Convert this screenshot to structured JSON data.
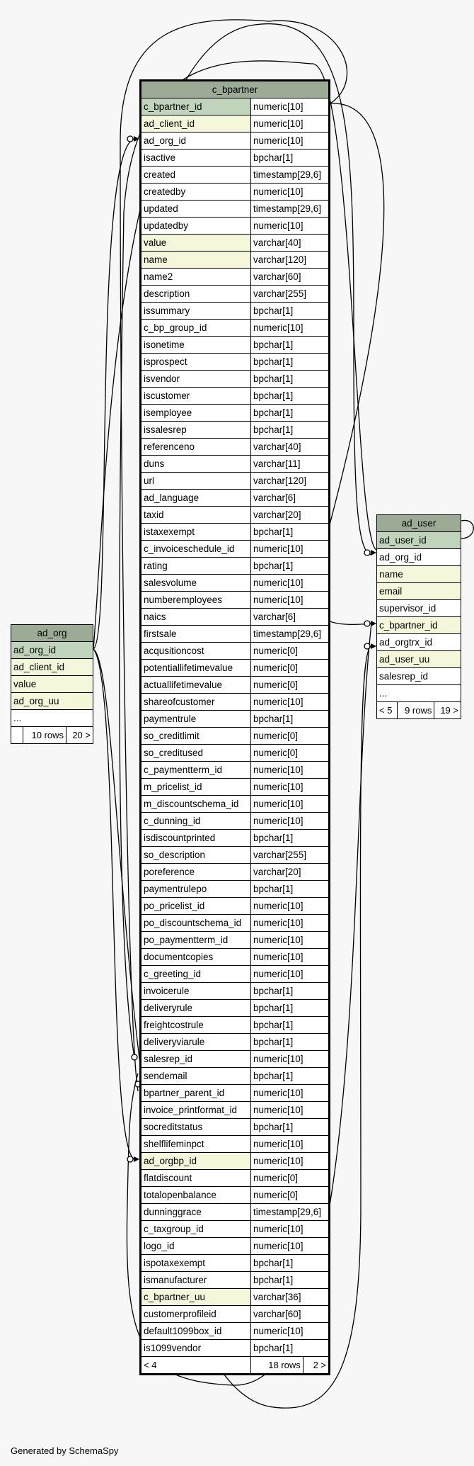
{
  "tables": {
    "c_bpartner": {
      "name": "c_bpartner",
      "columns": [
        {
          "n": "c_bpartner_id",
          "t": "numeric[10]",
          "k": "pk"
        },
        {
          "n": "ad_client_id",
          "t": "numeric[10]",
          "k": "idx"
        },
        {
          "n": "ad_org_id",
          "t": "numeric[10]",
          "k": ""
        },
        {
          "n": "isactive",
          "t": "bpchar[1]",
          "k": ""
        },
        {
          "n": "created",
          "t": "timestamp[29,6]",
          "k": ""
        },
        {
          "n": "createdby",
          "t": "numeric[10]",
          "k": ""
        },
        {
          "n": "updated",
          "t": "timestamp[29,6]",
          "k": ""
        },
        {
          "n": "updatedby",
          "t": "numeric[10]",
          "k": ""
        },
        {
          "n": "value",
          "t": "varchar[40]",
          "k": "idx"
        },
        {
          "n": "name",
          "t": "varchar[120]",
          "k": "idx"
        },
        {
          "n": "name2",
          "t": "varchar[60]",
          "k": ""
        },
        {
          "n": "description",
          "t": "varchar[255]",
          "k": ""
        },
        {
          "n": "issummary",
          "t": "bpchar[1]",
          "k": ""
        },
        {
          "n": "c_bp_group_id",
          "t": "numeric[10]",
          "k": ""
        },
        {
          "n": "isonetime",
          "t": "bpchar[1]",
          "k": ""
        },
        {
          "n": "isprospect",
          "t": "bpchar[1]",
          "k": ""
        },
        {
          "n": "isvendor",
          "t": "bpchar[1]",
          "k": ""
        },
        {
          "n": "iscustomer",
          "t": "bpchar[1]",
          "k": ""
        },
        {
          "n": "isemployee",
          "t": "bpchar[1]",
          "k": ""
        },
        {
          "n": "issalesrep",
          "t": "bpchar[1]",
          "k": ""
        },
        {
          "n": "referenceno",
          "t": "varchar[40]",
          "k": ""
        },
        {
          "n": "duns",
          "t": "varchar[11]",
          "k": ""
        },
        {
          "n": "url",
          "t": "varchar[120]",
          "k": ""
        },
        {
          "n": "ad_language",
          "t": "varchar[6]",
          "k": ""
        },
        {
          "n": "taxid",
          "t": "varchar[20]",
          "k": ""
        },
        {
          "n": "istaxexempt",
          "t": "bpchar[1]",
          "k": ""
        },
        {
          "n": "c_invoiceschedule_id",
          "t": "numeric[10]",
          "k": ""
        },
        {
          "n": "rating",
          "t": "bpchar[1]",
          "k": ""
        },
        {
          "n": "salesvolume",
          "t": "numeric[10]",
          "k": ""
        },
        {
          "n": "numberemployees",
          "t": "numeric[10]",
          "k": ""
        },
        {
          "n": "naics",
          "t": "varchar[6]",
          "k": ""
        },
        {
          "n": "firstsale",
          "t": "timestamp[29,6]",
          "k": ""
        },
        {
          "n": "acqusitioncost",
          "t": "numeric[0]",
          "k": ""
        },
        {
          "n": "potentiallifetimevalue",
          "t": "numeric[0]",
          "k": ""
        },
        {
          "n": "actuallifetimevalue",
          "t": "numeric[0]",
          "k": ""
        },
        {
          "n": "shareofcustomer",
          "t": "numeric[10]",
          "k": ""
        },
        {
          "n": "paymentrule",
          "t": "bpchar[1]",
          "k": ""
        },
        {
          "n": "so_creditlimit",
          "t": "numeric[0]",
          "k": ""
        },
        {
          "n": "so_creditused",
          "t": "numeric[0]",
          "k": ""
        },
        {
          "n": "c_paymentterm_id",
          "t": "numeric[10]",
          "k": ""
        },
        {
          "n": "m_pricelist_id",
          "t": "numeric[10]",
          "k": ""
        },
        {
          "n": "m_discountschema_id",
          "t": "numeric[10]",
          "k": ""
        },
        {
          "n": "c_dunning_id",
          "t": "numeric[10]",
          "k": ""
        },
        {
          "n": "isdiscountprinted",
          "t": "bpchar[1]",
          "k": ""
        },
        {
          "n": "so_description",
          "t": "varchar[255]",
          "k": ""
        },
        {
          "n": "poreference",
          "t": "varchar[20]",
          "k": ""
        },
        {
          "n": "paymentrulepo",
          "t": "bpchar[1]",
          "k": ""
        },
        {
          "n": "po_pricelist_id",
          "t": "numeric[10]",
          "k": ""
        },
        {
          "n": "po_discountschema_id",
          "t": "numeric[10]",
          "k": ""
        },
        {
          "n": "po_paymentterm_id",
          "t": "numeric[10]",
          "k": ""
        },
        {
          "n": "documentcopies",
          "t": "numeric[10]",
          "k": ""
        },
        {
          "n": "c_greeting_id",
          "t": "numeric[10]",
          "k": ""
        },
        {
          "n": "invoicerule",
          "t": "bpchar[1]",
          "k": ""
        },
        {
          "n": "deliveryrule",
          "t": "bpchar[1]",
          "k": ""
        },
        {
          "n": "freightcostrule",
          "t": "bpchar[1]",
          "k": ""
        },
        {
          "n": "deliveryviarule",
          "t": "bpchar[1]",
          "k": ""
        },
        {
          "n": "salesrep_id",
          "t": "numeric[10]",
          "k": ""
        },
        {
          "n": "sendemail",
          "t": "bpchar[1]",
          "k": ""
        },
        {
          "n": "bpartner_parent_id",
          "t": "numeric[10]",
          "k": ""
        },
        {
          "n": "invoice_printformat_id",
          "t": "numeric[10]",
          "k": ""
        },
        {
          "n": "socreditstatus",
          "t": "bpchar[1]",
          "k": ""
        },
        {
          "n": "shelflifeminpct",
          "t": "numeric[10]",
          "k": ""
        },
        {
          "n": "ad_orgbp_id",
          "t": "numeric[10]",
          "k": "idx"
        },
        {
          "n": "flatdiscount",
          "t": "numeric[0]",
          "k": ""
        },
        {
          "n": "totalopenbalance",
          "t": "numeric[0]",
          "k": ""
        },
        {
          "n": "dunninggrace",
          "t": "timestamp[29,6]",
          "k": ""
        },
        {
          "n": "c_taxgroup_id",
          "t": "numeric[10]",
          "k": ""
        },
        {
          "n": "logo_id",
          "t": "numeric[10]",
          "k": ""
        },
        {
          "n": "ispotaxexempt",
          "t": "bpchar[1]",
          "k": ""
        },
        {
          "n": "ismanufacturer",
          "t": "bpchar[1]",
          "k": ""
        },
        {
          "n": "c_bpartner_uu",
          "t": "varchar[36]",
          "k": "idx"
        },
        {
          "n": "customerprofileid",
          "t": "varchar[60]",
          "k": ""
        },
        {
          "n": "default1099box_id",
          "t": "numeric[10]",
          "k": ""
        },
        {
          "n": "is1099vendor",
          "t": "bpchar[1]",
          "k": ""
        }
      ],
      "footer": {
        "parents": "< 4",
        "rows": "18 rows",
        "children": "2 >"
      }
    },
    "ad_org": {
      "name": "ad_org",
      "columns": [
        {
          "n": "ad_org_id",
          "k": "pk"
        },
        {
          "n": "ad_client_id",
          "k": "idx"
        },
        {
          "n": "value",
          "k": "idx"
        },
        {
          "n": "ad_org_uu",
          "k": "idx"
        },
        {
          "n": "...",
          "k": ""
        }
      ],
      "footer": {
        "parents": "",
        "rows": "10 rows",
        "children": "20 >"
      }
    },
    "ad_user": {
      "name": "ad_user",
      "columns": [
        {
          "n": "ad_user_id",
          "k": "pk"
        },
        {
          "n": "ad_org_id",
          "k": ""
        },
        {
          "n": "name",
          "k": "idx"
        },
        {
          "n": "email",
          "k": "idx"
        },
        {
          "n": "supervisor_id",
          "k": ""
        },
        {
          "n": "c_bpartner_id",
          "k": "idx"
        },
        {
          "n": "ad_orgtrx_id",
          "k": ""
        },
        {
          "n": "ad_user_uu",
          "k": "idx"
        },
        {
          "n": "salesrep_id",
          "k": ""
        },
        {
          "n": "...",
          "k": ""
        }
      ],
      "footer": {
        "parents": "< 5",
        "rows": "9 rows",
        "children": "19 >"
      }
    }
  },
  "relationships": [
    {
      "from": "c_bpartner.ad_org_id",
      "to": "ad_org.ad_org_id"
    },
    {
      "from": "c_bpartner.ad_orgbp_id",
      "to": "ad_org.ad_org_id"
    },
    {
      "from": "c_bpartner.bpartner_parent_id",
      "to": "c_bpartner.c_bpartner_id"
    },
    {
      "from": "c_bpartner.salesrep_id",
      "to": "ad_user.ad_user_id"
    },
    {
      "from": "ad_user.ad_org_id",
      "to": "ad_org.ad_org_id"
    },
    {
      "from": "ad_user.c_bpartner_id",
      "to": "c_bpartner.c_bpartner_id"
    },
    {
      "from": "ad_user.ad_orgtrx_id",
      "to": "ad_org.ad_org_id"
    },
    {
      "from": "ad_user.supervisor_id",
      "to": "ad_user.ad_user_id"
    },
    {
      "from": "ad_user.salesrep_id",
      "to": "ad_user.ad_user_id"
    }
  ],
  "generated_by": "Generated by SchemaSpy"
}
